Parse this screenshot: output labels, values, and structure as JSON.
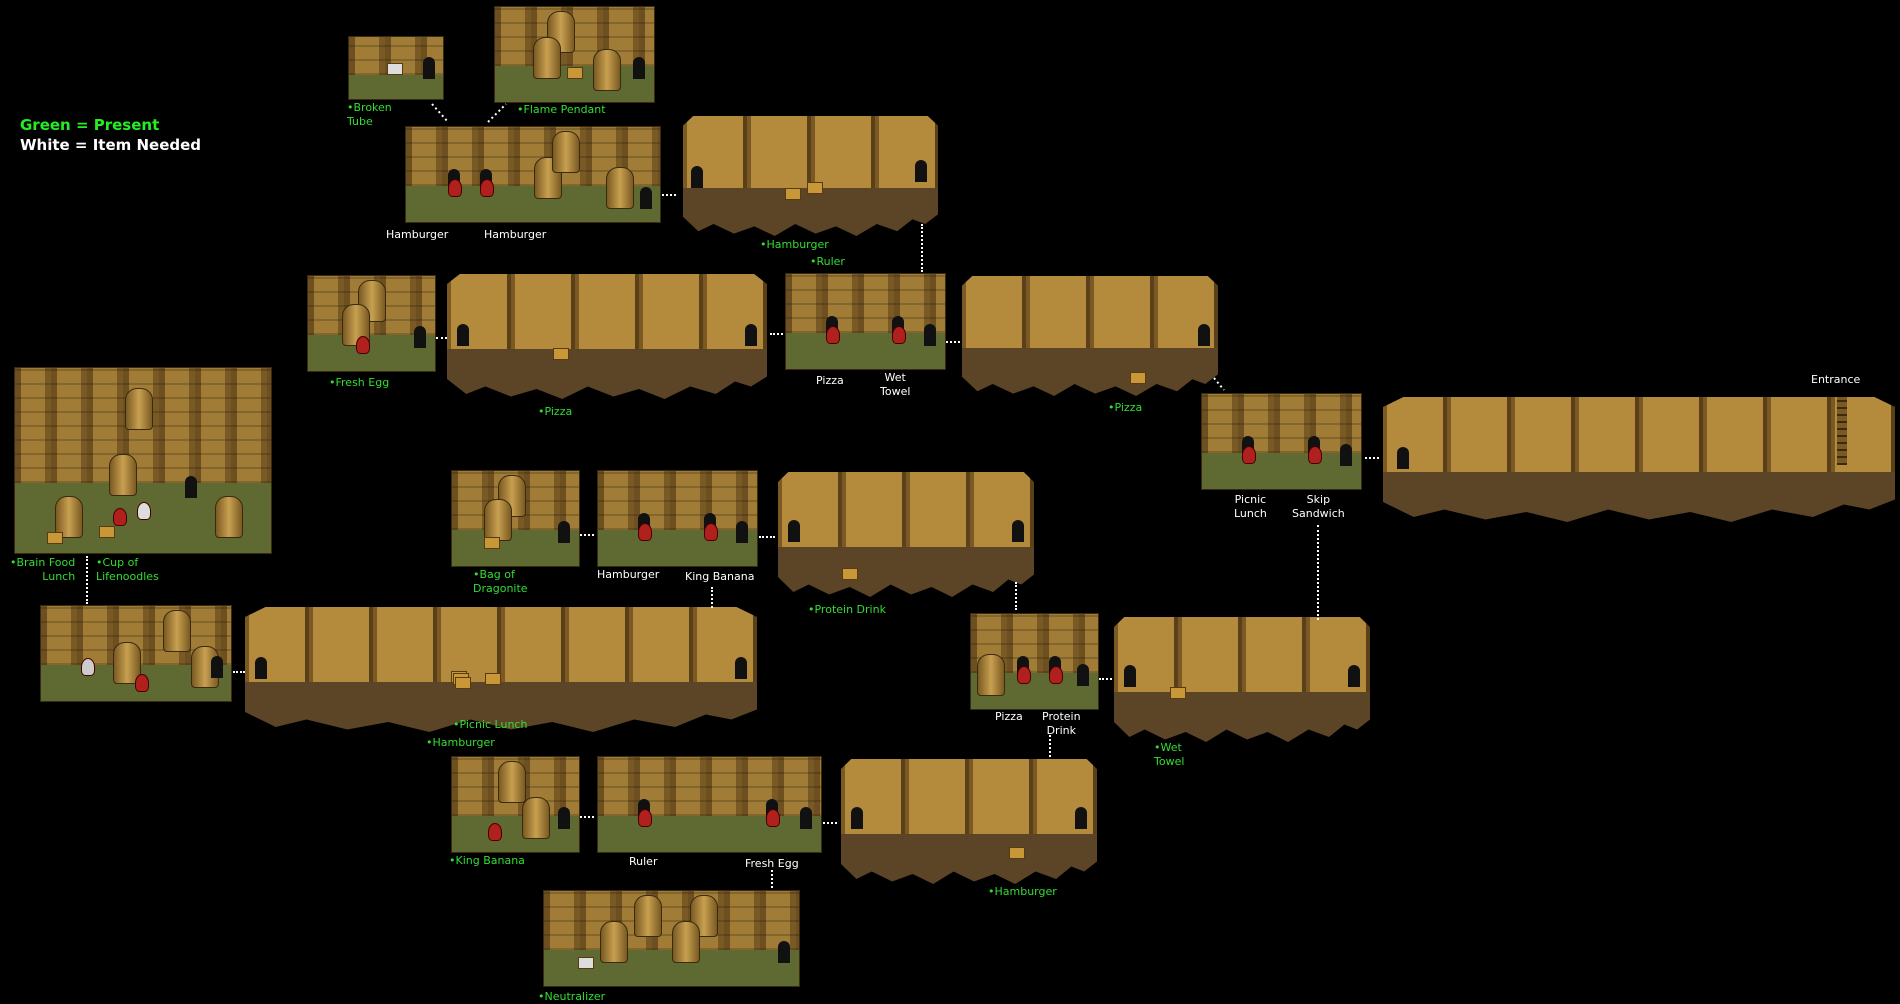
{
  "legend": {
    "present": "Green = Present",
    "needed": "White = Item Needed"
  },
  "colors": {
    "present": "#33dd33",
    "needed": "#ffffff",
    "background": "#000000"
  },
  "labels_present": {
    "broken_tube": "•Broken\nTube",
    "flame_pendant": "•Flame Pendant",
    "hamburger_top": "•Hamburger",
    "ruler": "•Ruler",
    "fresh_egg": "•Fresh Egg",
    "pizza_1": "•Pizza",
    "pizza_2": "•Pizza",
    "brain_food": "•Brain Food\nLunch",
    "cup_lifenoodles": "•Cup of\nLifenoodles",
    "bag_dragonite": "•Bag of\nDragonite",
    "protein_drink": "•Protein Drink",
    "picnic_lunch": "•Picnic Lunch",
    "hamburger_mid": "•Hamburger",
    "wet_towel": "•Wet\nTowel",
    "king_banana": "•King Banana",
    "hamburger_low": "•Hamburger",
    "neutralizer": "•Neutralizer"
  },
  "labels_needed": {
    "hamburger_a": "Hamburger",
    "hamburger_b": "Hamburger",
    "pizza_a": "Pizza",
    "wet_towel": "Wet\nTowel",
    "picnic_lunch": "Picnic\nLunch",
    "skip_sandwich": "Skip\nSandwich",
    "entrance": "Entrance",
    "hamburger_c": "Hamburger",
    "king_banana": "King Banana",
    "pizza_b": "Pizza",
    "protein_drink": "Protein\nDrink",
    "ruler": "Ruler",
    "fresh_egg": "Fresh Egg"
  }
}
